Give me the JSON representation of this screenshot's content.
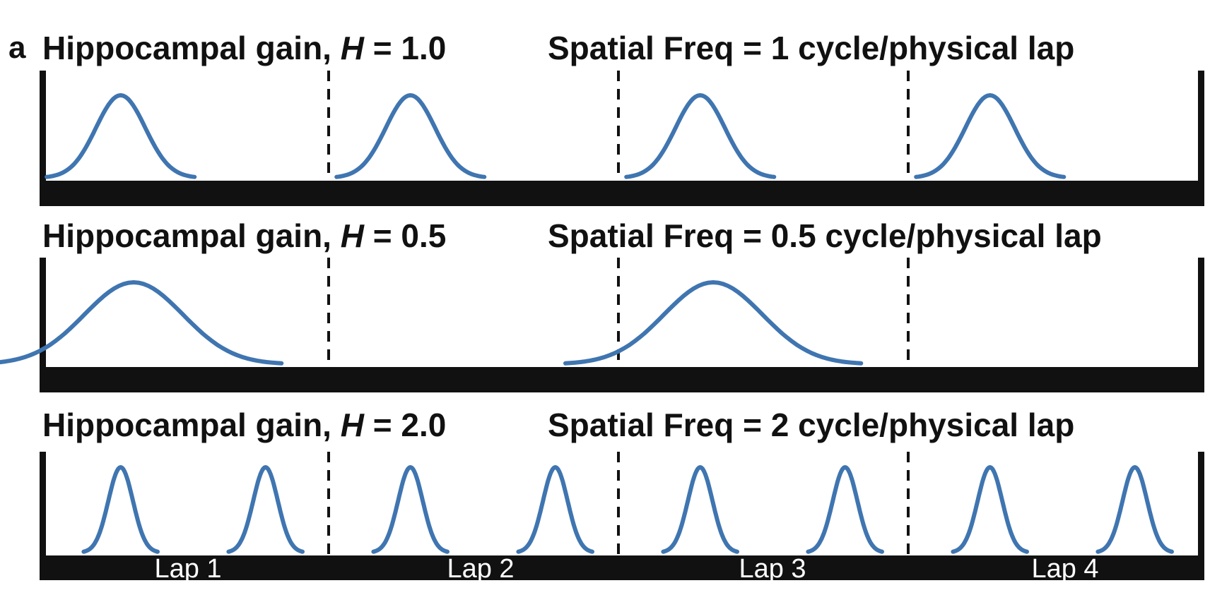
{
  "panel_label": "a",
  "field_color": "#3f75b0",
  "rows": [
    {
      "gain_prefix": "Hippocampal gain, ",
      "gain_symbol": "H",
      "gain_value": " = 1.0",
      "spatial_freq": "Spatial Freq = 1 cycle/physical lap",
      "cycles_per_lap": 1
    },
    {
      "gain_prefix": "Hippocampal gain, ",
      "gain_symbol": "H",
      "gain_value": " = 0.5",
      "spatial_freq": "Spatial Freq = 0.5 cycle/physical lap",
      "cycles_per_lap": 0.5
    },
    {
      "gain_prefix": "Hippocampal gain, ",
      "gain_symbol": "H",
      "gain_value": " = 2.0",
      "spatial_freq": "Spatial Freq = 2 cycle/physical lap",
      "cycles_per_lap": 2
    }
  ],
  "laps": [
    "Lap 1",
    "Lap 2",
    "Lap 3",
    "Lap 4"
  ]
}
